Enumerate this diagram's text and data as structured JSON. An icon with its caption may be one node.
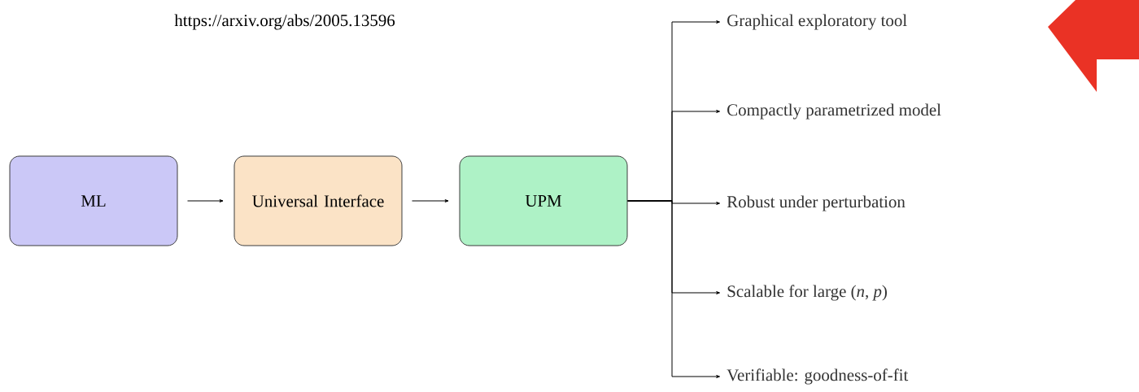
{
  "diagram": {
    "nodes": [
      {
        "text": [
          "ML"
        ]
      },
      {
        "text": [
          "Universal Interface"
        ]
      },
      {
        "text": [
          "UPM"
        ]
      },
      {
        "text": [
          "Graphical exploratory tool"
        ]
      },
      {
        "text": [
          "Compactly parametrized model"
        ]
      },
      {
        "text": [
          "Robust under perturbation"
        ]
      },
      {
        "text": [
          "Scalable for large (*n*, *p*)"
        ]
      },
      {
        "text": [
          "Verifiable: goodness-of-fit"
        ]
      }
    ],
    "edges": [
      {
        "from": 0,
        "to": 1,
        "arrow": "to"
      },
      {
        "from": 1,
        "to": 2,
        "arrow": "to"
      },
      {
        "from": 2,
        "to": 3,
        "arrow": "to"
      },
      {
        "from": 2,
        "to": 4,
        "arrow": "to"
      },
      {
        "from": 2,
        "to": 5,
        "arrow": "to"
      },
      {
        "from": 2,
        "to": 6,
        "arrow": "to"
      },
      {
        "from": 2,
        "to": 7,
        "arrow": "to"
      }
    ],
    "labels": [
      "https://arxiv.org/abs/2005.13596"
    ]
  }
}
